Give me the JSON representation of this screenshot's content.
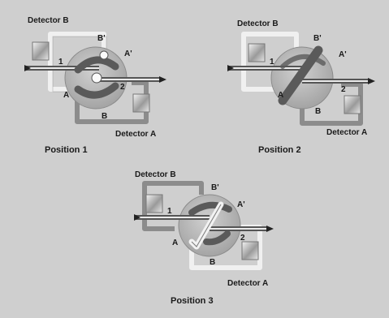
{
  "title": "Bridge image",
  "colors": {
    "background": "#cfcfcf",
    "tube": "#8c8c8c",
    "tube_light": "#e6e6e6",
    "rotor": "#5a5a5a",
    "disc": "#b5b5b5",
    "outline": "#404040"
  },
  "panels": [
    {
      "id": "p1",
      "caption": "Position 1",
      "labels": {
        "detector_b": "Detector B",
        "detector_a": "Detector A",
        "b_prime": "B'",
        "a_prime": "A'",
        "a": "A",
        "b": "B",
        "one": "1",
        "two": "2"
      }
    },
    {
      "id": "p2",
      "caption": "Position 2",
      "labels": {
        "detector_b": "Detector B",
        "detector_a": "Detector A",
        "b_prime": "B'",
        "a_prime": "A'",
        "a": "A",
        "b": "B",
        "one": "1",
        "two": "2"
      }
    },
    {
      "id": "p3",
      "caption": "Position 3",
      "labels": {
        "detector_b": "Detector B",
        "detector_a": "Detector A",
        "b_prime": "B'",
        "a_prime": "A'",
        "a": "A",
        "b": "B",
        "one": "1",
        "two": "2"
      }
    }
  ]
}
